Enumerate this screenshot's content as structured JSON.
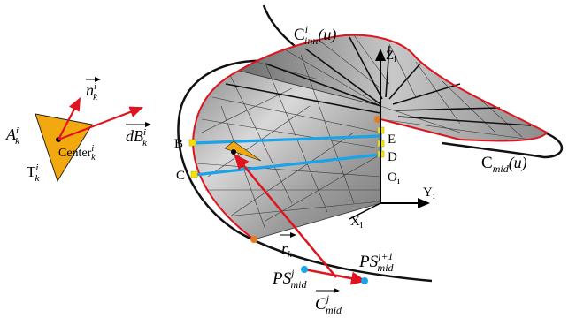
{
  "labels": {
    "c_inn": {
      "base": "C",
      "sup": "i",
      "sub": "inn",
      "arg": "(u)"
    },
    "c_mid_u": {
      "base": "C",
      "sub": "mid",
      "arg": "(u)"
    },
    "z_axis": {
      "base": "Z",
      "sub": "i"
    },
    "y_axis": {
      "base": "Y",
      "sub": "i"
    },
    "x_axis": {
      "base": "X",
      "sub": "i"
    },
    "origin": {
      "base": "O",
      "sub": "i"
    },
    "point_b": "B",
    "point_c": "C",
    "point_d": "D",
    "point_e": "E",
    "n_vec": {
      "base": "n",
      "sup": "i",
      "sub": "k"
    },
    "db_vec": {
      "base": "dB",
      "sup": "i",
      "sub": "k"
    },
    "a_face": {
      "base": "A",
      "sup": "i",
      "sub": "k"
    },
    "t_face": {
      "base": "T",
      "sup": "i",
      "sub": "k"
    },
    "center": {
      "base": "Center",
      "sup": "i",
      "sub": "k"
    },
    "r_vec": {
      "base": "r",
      "sub": "k"
    },
    "ps_mid": {
      "base": "PS",
      "sup": "j",
      "sub": "mid"
    },
    "ps_mid_next": {
      "base": "PS",
      "sup": "j+1",
      "sub": "mid"
    },
    "c_mid_j": {
      "base": "C",
      "sup": "j",
      "sub": "mid"
    }
  },
  "colors": {
    "accent_red": "#e0141e",
    "highlight_blue": "#1aa3e8",
    "facet_orange": "#f2a90f",
    "marker_yellow": "#f2e20a",
    "mesh_gray": "#b8b8b8"
  }
}
